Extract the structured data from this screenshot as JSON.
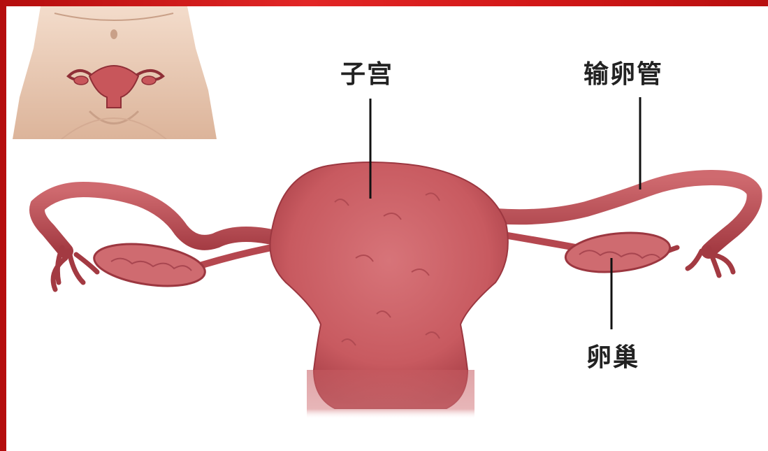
{
  "labels": {
    "uterus": "子宫",
    "fallopian_tube": "输卵管",
    "ovary": "卵巢"
  },
  "colors": {
    "frame_red": "#d11a1a",
    "tissue": "#c8565b",
    "tissue_dark": "#a33a42",
    "skin": "#e9c8b0"
  }
}
